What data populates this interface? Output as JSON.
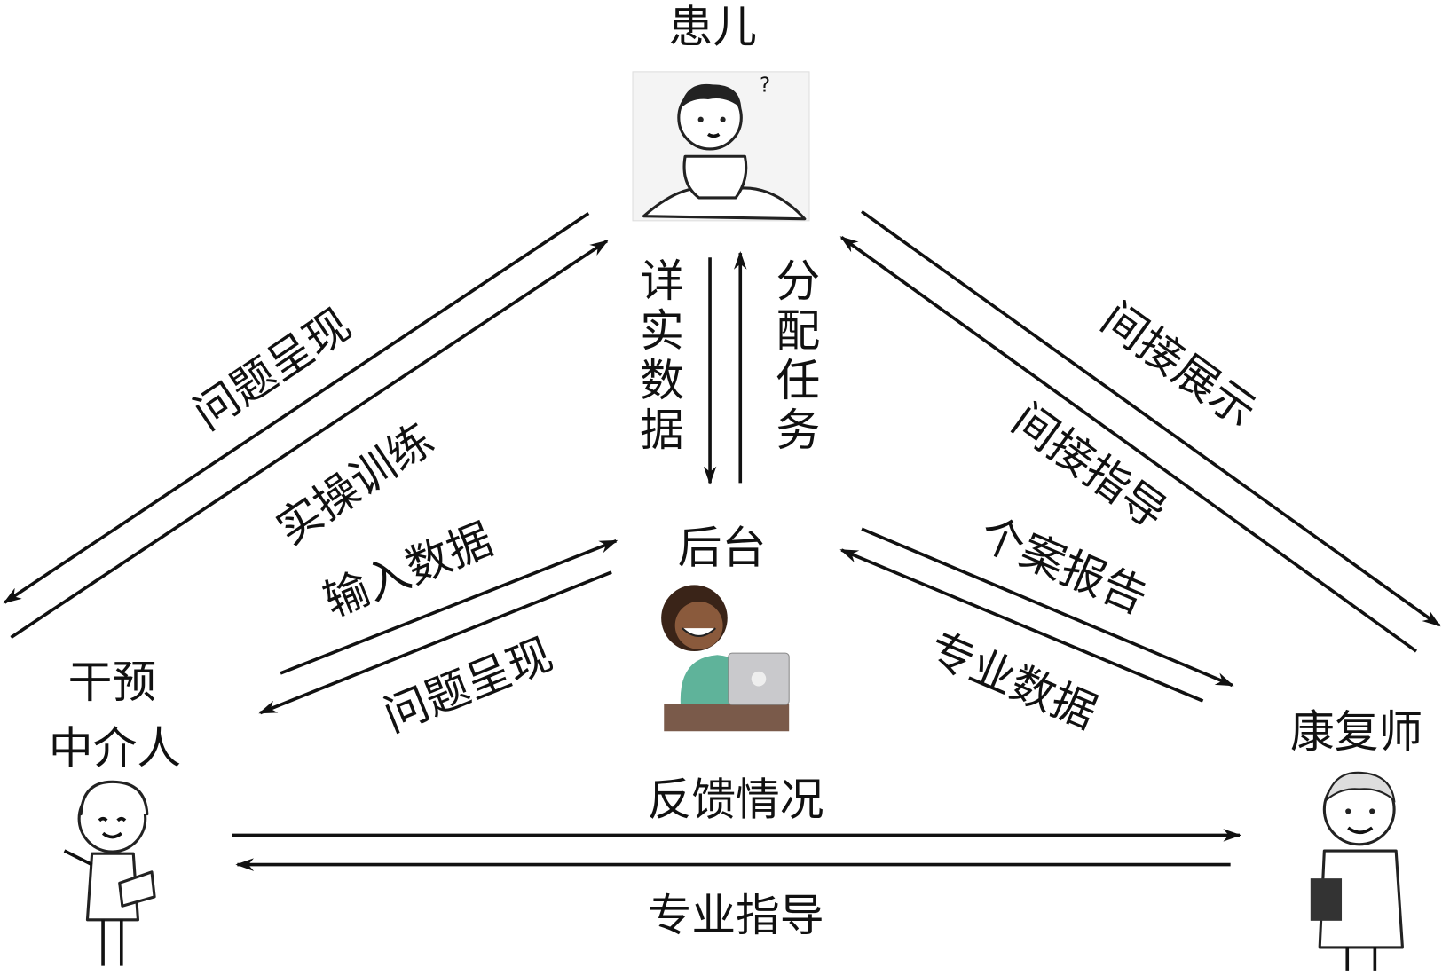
{
  "nodes": {
    "child": {
      "label": "患儿"
    },
    "backend": {
      "label": "后台"
    },
    "mediator": {
      "label_line1": "干预",
      "label_line2": "中介人"
    },
    "therapist": {
      "label": "康复师"
    }
  },
  "edges": {
    "child_to_mediator": "问题呈现",
    "mediator_to_child": "实操训练",
    "child_to_backend": "详实数据",
    "backend_to_child": "分配任务",
    "mediator_to_backend": "输入数据",
    "backend_to_mediator": "问题呈现",
    "child_to_therapist": "间接展示",
    "therapist_to_child": "间接指导",
    "backend_to_therapist": "个案报告",
    "therapist_to_backend": "专业数据",
    "mediator_to_therapist": "反馈情况",
    "therapist_to_mediator": "专业指导"
  },
  "colors": {
    "line": "#111111",
    "backend_shirt": "#5fb39a",
    "backend_skin": "#8a5a3c",
    "desk": "#7a5a4a"
  }
}
